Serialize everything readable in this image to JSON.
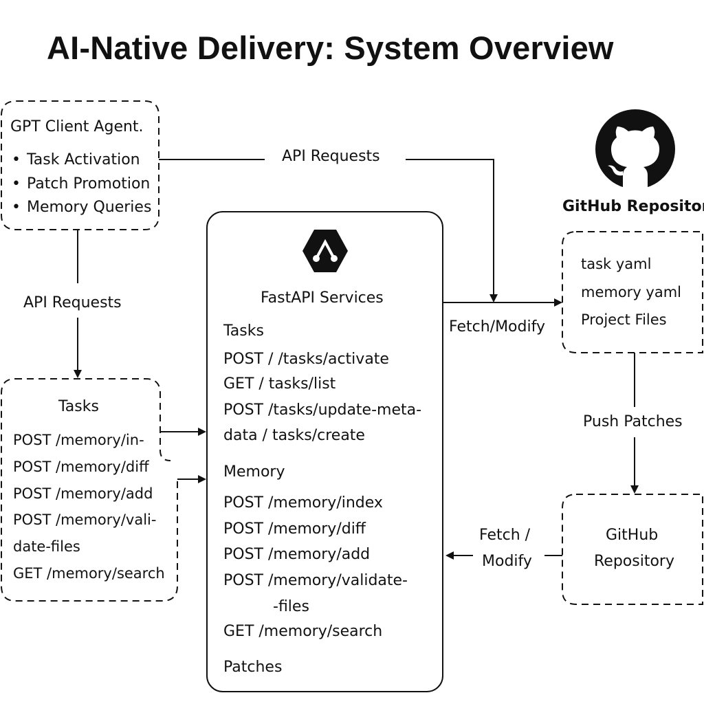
{
  "title": "AI-Native Delivery: System Overview",
  "client_agent": {
    "title": "GPT Client Agent.",
    "items": [
      "Task Activation",
      "Patch Promotion",
      "Memory Queries"
    ]
  },
  "arrows": {
    "api_requests_top": "API Requests",
    "api_requests_left": "API Requests",
    "fetch_modify_top": "Fetch/Modify",
    "push_patches": "Push Patches",
    "fetch_modify_bottom_1": "Fetch /",
    "fetch_modify_bottom_2": "Modify"
  },
  "github_logo": {
    "label": "GitHub Repository"
  },
  "github_files": [
    "task yaml",
    "memory yaml",
    "Project Files"
  ],
  "github_repo_box": {
    "line1": "GitHub",
    "line2": "Repository"
  },
  "left_tasks": {
    "title": "Tasks",
    "lines": [
      "POST /memory/in-",
      "POST /memory/diff",
      "POST /memory/add",
      "POST /memory/vali-",
      "date-files",
      "GET /memory/search"
    ]
  },
  "fastapi": {
    "title": "FastAPI Services",
    "tasks_heading": "Tasks",
    "tasks_lines": [
      "POST / /tasks/activate",
      "GET / tasks/list",
      "POST /tasks/update-meta-",
      "data / tasks/create"
    ],
    "memory_heading": "Memory",
    "memory_lines": [
      "POST /memory/index",
      "POST /memory/diff",
      "POST /memory/add",
      "POST /memory/validate-",
      "-files",
      "GET /memory/search"
    ],
    "patches_heading": "Patches"
  }
}
